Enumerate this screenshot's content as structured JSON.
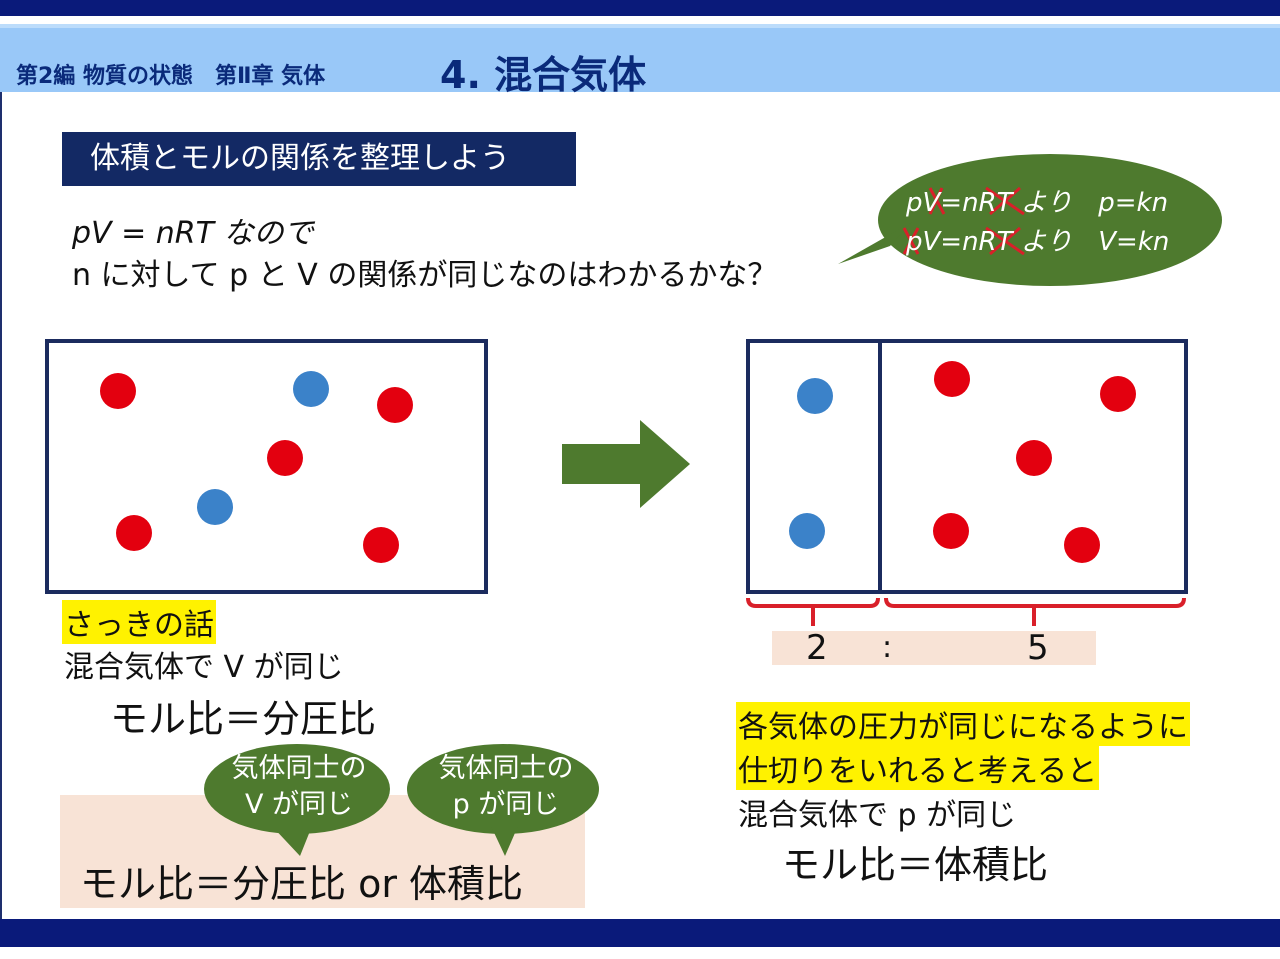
{
  "header": {
    "subtitle": "第2編 物質の状態　第Ⅱ章 気体",
    "title": "4. 混合気体"
  },
  "section": {
    "heading": "体積とモルの関係を整理しよう"
  },
  "intro": {
    "line1": "pV = nRT なので",
    "line2": "n に対して p と V の関係が同じなのはわかるかな？"
  },
  "callout": {
    "line1": "pV=nRT より　p=kn",
    "line2": "pV=nRT より　V=kn"
  },
  "left_panel": {
    "highlight": "さっきの話",
    "line": "混合気体で V が同じ",
    "formula": "モル比＝分圧比"
  },
  "right_panel": {
    "ratio_left": "2",
    "ratio_sep": ":",
    "ratio_right": "5",
    "highlight1": "各気体の圧力が同じになるように",
    "highlight2": "仕切りをいれると考えると",
    "line": "混合気体で p が同じ",
    "formula": "モル比＝体積比"
  },
  "bubbles": {
    "left_l1": "気体同士の",
    "left_l2": "V が同じ",
    "right_l1": "気体同士の",
    "right_l2": "p が同じ"
  },
  "summary": {
    "text": "モル比＝分圧比 or 体積比"
  },
  "colors": {
    "navy": "#132964",
    "header_band": "#99c8f8",
    "green": "#4e7a2e",
    "red_particle": "#e3000f",
    "blue_particle": "#3b82c9",
    "highlight": "#fff200",
    "bracket": "#d9202a"
  },
  "icons": {
    "arrow": "right-arrow-icon"
  }
}
